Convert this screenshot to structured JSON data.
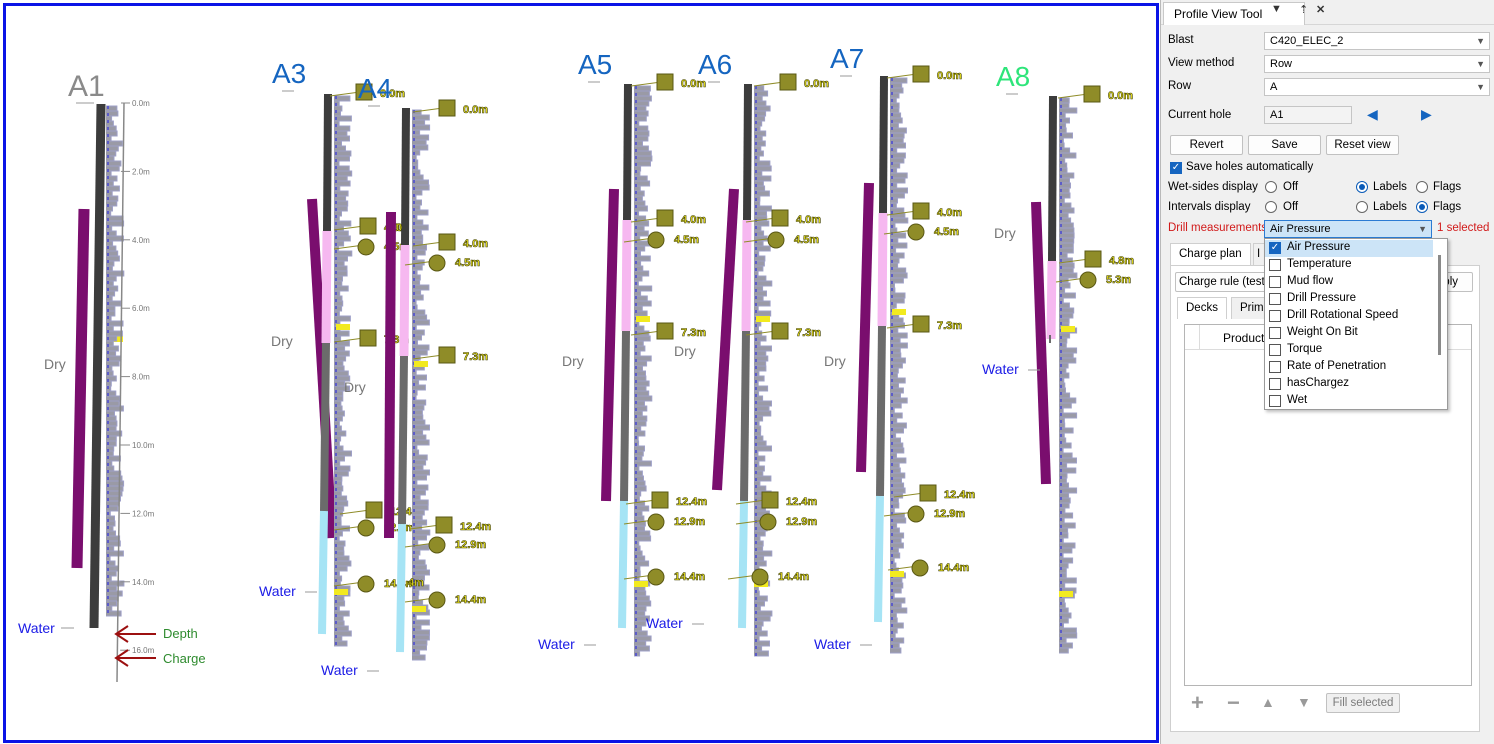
{
  "viewport": {
    "holes": [
      {
        "name": "A1",
        "name_color": "#8a8a8a",
        "dry": "Dry",
        "water": "Water",
        "depth_ticks": [
          "0.0m",
          "2.0m",
          "4.0m",
          "6.0m",
          "8.0m",
          "10.0m",
          "12.0m",
          "14.0m",
          "16.0m"
        ],
        "legend_depth": "Depth",
        "legend_charge": "Charge"
      },
      {
        "name": "A3",
        "name_color": "#1565c0",
        "dry": "Dry",
        "water": "Water",
        "markers": [
          "0.0m",
          "4.0m",
          "4.5m",
          "7.3m",
          "12.4m",
          "12.9m",
          "14.4m"
        ]
      },
      {
        "name": "A4",
        "name_color": "#1565c0",
        "dry": "Dry",
        "water": "Water",
        "markers": [
          "0.0m",
          "4.0m",
          "4.5m",
          "7.3m",
          "12.4m",
          "12.9m",
          "14.4m"
        ]
      },
      {
        "name": "A5",
        "name_color": "#1565c0",
        "dry": "Dry",
        "water": "Water",
        "markers": [
          "0.0m",
          "4.0m",
          "4.5m",
          "7.3m",
          "12.4m",
          "12.9m",
          "14.4m"
        ]
      },
      {
        "name": "A6",
        "name_color": "#1565c0",
        "dry": "Dry",
        "water": "Water",
        "markers": [
          "0.0m",
          "4.0m",
          "4.5m",
          "7.3m",
          "12.4m",
          "12.9m",
          "14.4m"
        ]
      },
      {
        "name": "A7",
        "name_color": "#1565c0",
        "dry": "Dry",
        "water": "Water",
        "markers": [
          "0.0m",
          "4.0m",
          "4.5m",
          "7.3m",
          "12.4m",
          "12.9m",
          "14.4m"
        ]
      },
      {
        "name": "A8",
        "name_color": "#2ee57a",
        "dry": "Dry",
        "water": "Water",
        "markers": [
          "0.0m",
          "4.8m",
          "5.3m"
        ]
      }
    ],
    "overlap_marker_a3": "0",
    "overlap_marker_a4": "4m",
    "colors": {
      "border": "#0a14e6",
      "hole_casing": "#3c3c3c",
      "charge_bar": "#7a0e6e",
      "stemming_pink": "#f6b8f0",
      "water_blue": "#a6e4f5",
      "measurement": "#9fa0c8",
      "marker": "#8f8c28",
      "label_fill": "#f2ea1f",
      "water_label": "#1a1ae6",
      "legend_arrow": "#9c1010",
      "legend_text": "#2e8b2e"
    }
  },
  "panel": {
    "title": "Profile View Tool",
    "title_icons": [
      "dropdown-arrow-icon",
      "pin-icon",
      "close-icon"
    ],
    "blast_label": "Blast",
    "blast_value": "C420_ELEC_2",
    "view_method_label": "View method",
    "view_method_value": "Row",
    "row_label": "Row",
    "row_value": "A",
    "current_hole_label": "Current hole",
    "current_hole_value": "A1",
    "revert_label": "Revert",
    "save_label": "Save",
    "reset_view_label": "Reset view",
    "save_auto_label": "Save holes automatically",
    "wet_sides_label": "Wet-sides display",
    "intervals_label": "Intervals display",
    "opt_off": "Off",
    "opt_labels": "Labels",
    "opt_flags": "Flags",
    "drill_measurements_label": "Drill measurements",
    "drill_measurements_value": "Air Pressure",
    "selected_count": "1 selected",
    "tab_charge_plan": "Charge plan",
    "tab_second": "I",
    "charge_rule_label": "Charge rule (test",
    "apply_label": "ply",
    "subtab_decks": "Decks",
    "subtab_primers": "Prime",
    "table_header": "Product",
    "fill_selected_label": "Fill selected",
    "dropdown_options": [
      {
        "label": "Air Pressure",
        "checked": true
      },
      {
        "label": "Temperature",
        "checked": false
      },
      {
        "label": "Mud flow",
        "checked": false
      },
      {
        "label": "Drill Pressure",
        "checked": false
      },
      {
        "label": "Drill Rotational Speed",
        "checked": false
      },
      {
        "label": "Weight On Bit",
        "checked": false
      },
      {
        "label": "Torque",
        "checked": false
      },
      {
        "label": "Rate of Penetration",
        "checked": false
      },
      {
        "label": "hasChargez",
        "checked": false
      },
      {
        "label": "Wet",
        "checked": false
      }
    ]
  }
}
